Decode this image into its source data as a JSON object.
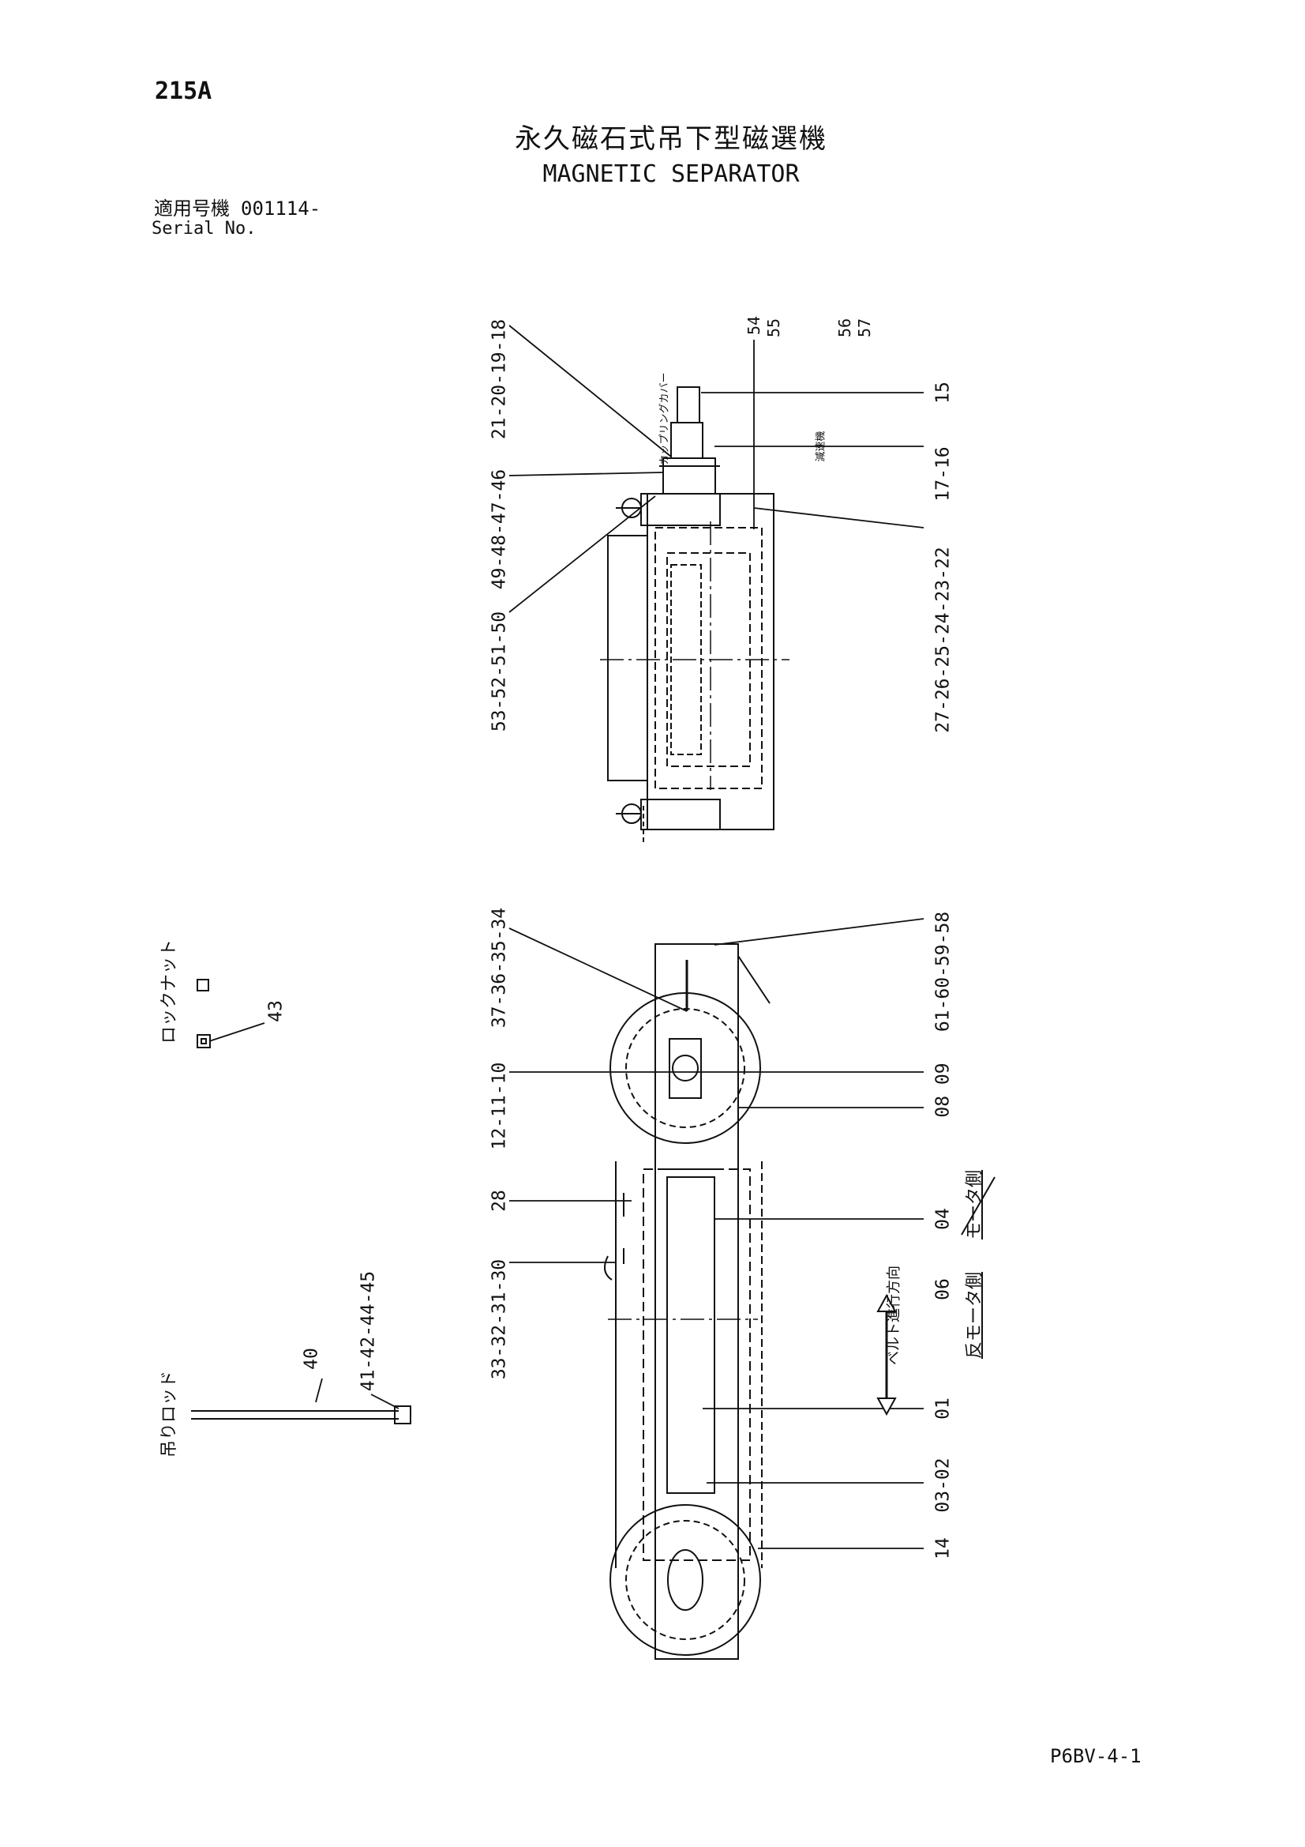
{
  "header": {
    "page_code": "215A",
    "title_jp": "永久磁石式吊下型磁選機",
    "title_en": "MAGNETIC SEPARATOR",
    "serial_label_jp": "適用号機",
    "serial_value": "001114-",
    "serial_label_en": "Serial No."
  },
  "footer": {
    "code": "P6BV-4-1"
  },
  "side_parts": {
    "lock_nut_label": "ロックナット",
    "hang_rod_label": "吊りロッド"
  },
  "callouts": {
    "top_left": [
      "53-52-51-50",
      "49-48-47-46",
      "21-20-19-18"
    ],
    "top_stack": [
      "54",
      "55",
      "56",
      "57"
    ],
    "top_right": [
      "15",
      "17-16",
      "27-26-25-24-23-22"
    ],
    "bottom_left": [
      "37-36-35-34",
      "12-11-10",
      "28",
      "33-32-31-30"
    ],
    "bottom_right": [
      "61-60-59-58",
      "08 09",
      "04",
      "06",
      "01",
      "03-02",
      "14"
    ],
    "rod_parts": [
      "43",
      "40",
      "41-42-44-45"
    ]
  },
  "annotations": {
    "motor_side": "モータ側",
    "belt_direction": "ベルト進行方向",
    "opposite_motor_side": "反モータ側",
    "small_label_1": "カップリングカバー",
    "small_label_2": "減速機"
  }
}
